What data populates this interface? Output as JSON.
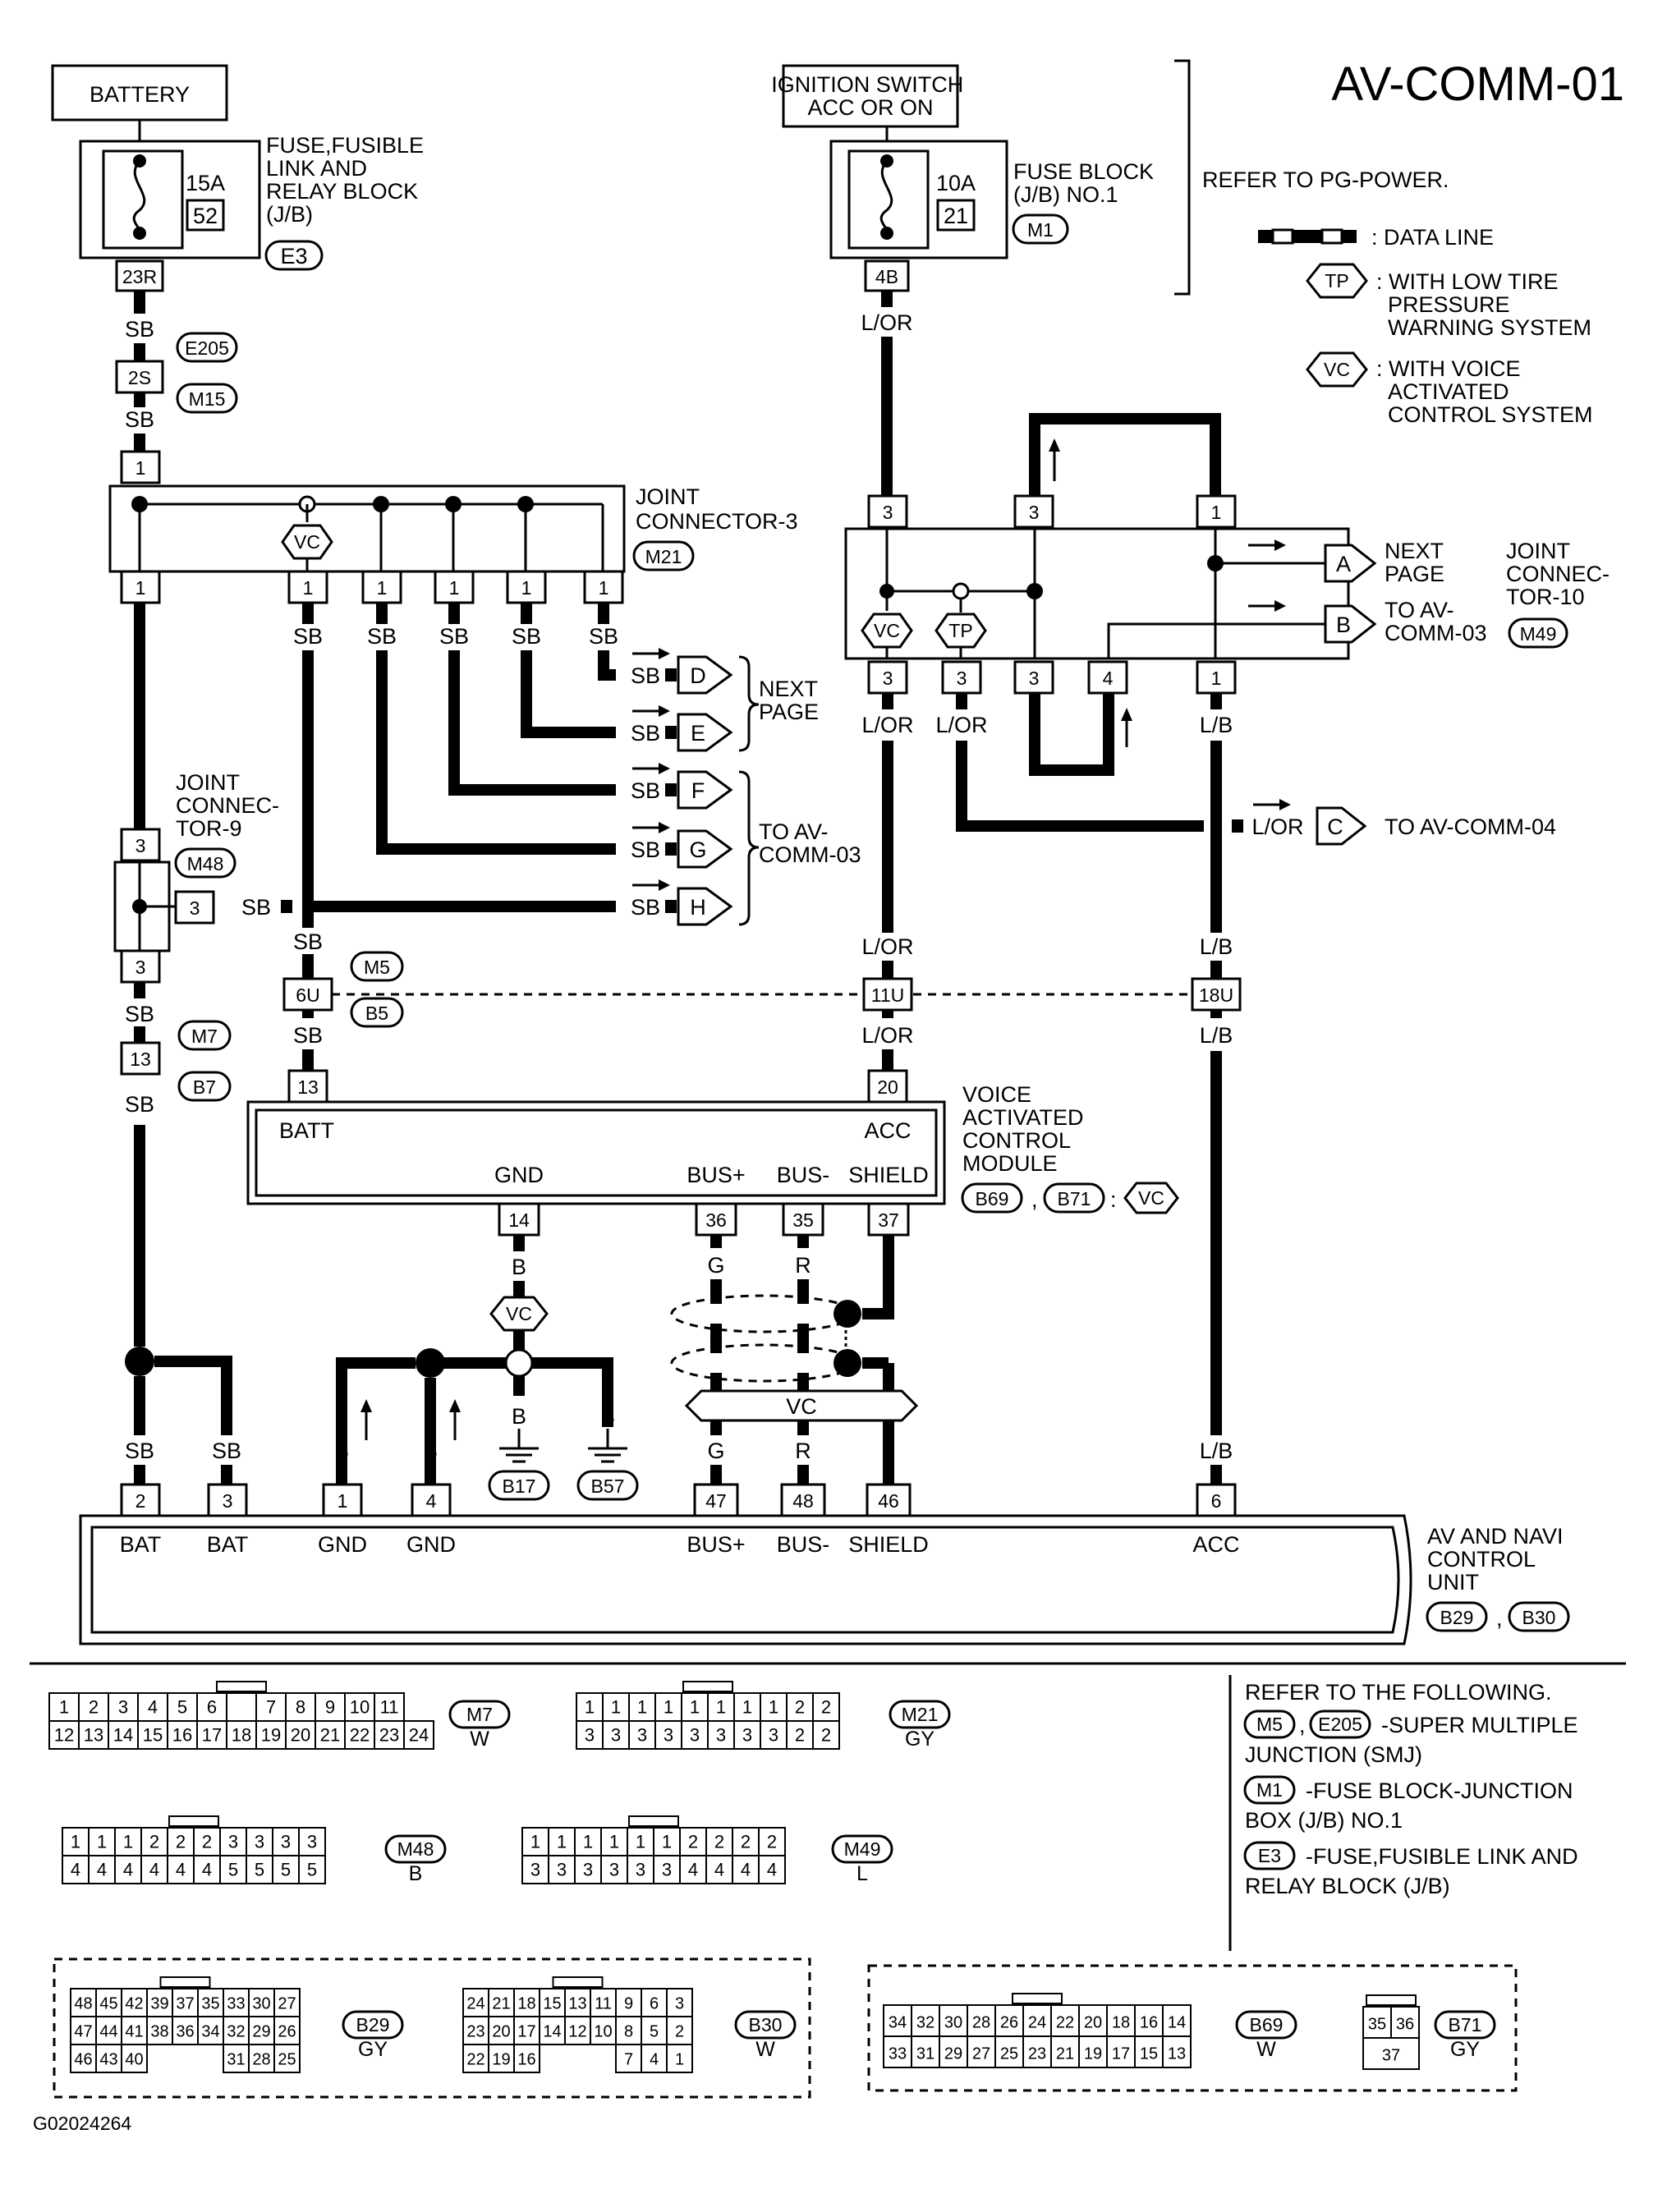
{
  "title": "AV-COMM-01",
  "figure_id": "G02024264",
  "battery": {
    "label": "BATTERY"
  },
  "fuse_fl": {
    "amps": "15A",
    "number": "52",
    "label": [
      "FUSE,FUSIBLE",
      "LINK AND",
      "RELAY BLOCK",
      "(J/B)"
    ],
    "connector": "E3",
    "terminal": "23R"
  },
  "ignition": {
    "label": [
      "IGNITION SWITCH",
      "ACC OR ON"
    ]
  },
  "fuse_blk": {
    "amps": "10A",
    "number": "21",
    "label": [
      "FUSE BLOCK",
      "(J/B) NO.1"
    ],
    "connector": "M1",
    "terminal": "4B"
  },
  "refer_pg": "REFER TO PG-POWER.",
  "legend": {
    "data_line": ": DATA LINE",
    "tp_code": "TP",
    "tp_text": [
      ": WITH LOW TIRE",
      "PRESSURE",
      "WARNING SYSTEM"
    ],
    "vc_code": "VC",
    "vc_text": [
      ": WITH VOICE",
      "ACTIVATED",
      "CONTROL SYSTEM"
    ]
  },
  "wires": {
    "sb": "SB",
    "lor": "L/OR",
    "lb": "L/B",
    "b": "B",
    "g": "G",
    "r": "R"
  },
  "smj_battery": {
    "terminal": "2S",
    "conn_a": "E205",
    "conn_b": "M15"
  },
  "jc3": {
    "label": [
      "JOINT",
      "CONNECTOR-3"
    ],
    "connector": "M21",
    "top_pin": "1",
    "bottom_pins": [
      "1",
      "1",
      "1",
      "1",
      "1",
      "1"
    ],
    "vc": "VC"
  },
  "jc9": {
    "label": [
      "JOINT",
      "CONNEC-",
      "TOR-9"
    ],
    "connector": "M48",
    "pins": [
      "3",
      "3",
      "3"
    ]
  },
  "jc10": {
    "label": [
      "JOINT",
      "CONNEC-",
      "TOR-10"
    ],
    "connector": "M49",
    "top_pins": [
      "3",
      "3",
      "1"
    ],
    "bottom_pins": [
      "3",
      "3",
      "3",
      "4",
      "1"
    ],
    "vc": "VC",
    "tp": "TP"
  },
  "offpage": [
    {
      "letter": "A",
      "wire": "",
      "text": [
        "NEXT",
        "PAGE"
      ]
    },
    {
      "letter": "B",
      "wire": "",
      "text": [
        "TO AV-",
        "COMM-03"
      ]
    },
    {
      "letter": "C",
      "wire": "L/OR",
      "text": [
        "TO AV-COMM-04"
      ]
    },
    {
      "letter": "D",
      "wire": "SB"
    },
    {
      "letter": "E",
      "wire": "SB"
    },
    {
      "letter": "F",
      "wire": "SB"
    },
    {
      "letter": "G",
      "wire": "SB"
    },
    {
      "letter": "H",
      "wire": "SB"
    }
  ],
  "group_next_page": [
    "NEXT",
    "PAGE"
  ],
  "group_to_comm03": [
    "TO AV-",
    "COMM-03"
  ],
  "smj_row": {
    "conn_top": "M5",
    "conn_bottom": "B5",
    "terminals": [
      "6U",
      "11U",
      "18U"
    ]
  },
  "m7_row": {
    "terminal": "13",
    "conn_top": "M7",
    "conn_bottom": "B7"
  },
  "vacm": {
    "label": [
      "VOICE",
      "ACTIVATED",
      "CONTROL",
      "MODULE"
    ],
    "connectors": [
      "B69",
      "B71"
    ],
    "sep": ",",
    "suffix": ":",
    "vc": "VC",
    "top_pins": [
      "13",
      "20"
    ],
    "top_names": [
      "BATT",
      "ACC"
    ],
    "bottom_pins": [
      "14",
      "36",
      "35",
      "37"
    ],
    "bottom_names": [
      "GND",
      "BUS+",
      "BUS-",
      "SHIELD"
    ]
  },
  "grounds": [
    "B17",
    "B57"
  ],
  "vc_shield": "VC",
  "avnavi": {
    "label": [
      "AV AND NAVI",
      "CONTROL",
      "UNIT"
    ],
    "connectors": [
      "B29",
      "B30"
    ],
    "sep": ",",
    "pins": [
      "2",
      "3",
      "1",
      "4",
      "47",
      "48",
      "46",
      "6"
    ],
    "names": [
      "BAT",
      "BAT",
      "GND",
      "GND",
      "BUS+",
      "BUS-",
      "SHIELD",
      "ACC"
    ]
  },
  "refer_following": {
    "title": "REFER TO THE FOLLOWING.",
    "items": [
      {
        "codes": [
          "M5",
          "E205"
        ],
        "sep": ",",
        "text": [
          "-SUPER MULTIPLE",
          "JUNCTION (SMJ)"
        ]
      },
      {
        "codes": [
          "M1"
        ],
        "sep": "",
        "text": [
          "-FUSE BLOCK-JUNCTION",
          "BOX (J/B) NO.1"
        ]
      },
      {
        "codes": [
          "E3"
        ],
        "sep": "",
        "text": [
          "-FUSE,FUSIBLE LINK AND",
          "RELAY BLOCK (J/B)"
        ]
      }
    ]
  },
  "face_views": [
    {
      "id": "M7",
      "color": "W",
      "rows": [
        [
          "1",
          "2",
          "3",
          "4",
          "5",
          "6",
          "",
          "7",
          "8",
          "9",
          "10",
          "11"
        ],
        [
          "12",
          "13",
          "14",
          "15",
          "16",
          "17",
          "18",
          "19",
          "20",
          "21",
          "22",
          "23",
          "24"
        ]
      ]
    },
    {
      "id": "M21",
      "color": "GY",
      "rows": [
        [
          "1",
          "1",
          "1",
          "1",
          "1",
          "1",
          "1",
          "1",
          "2",
          "2"
        ],
        [
          "3",
          "3",
          "3",
          "3",
          "3",
          "3",
          "3",
          "3",
          "2",
          "2"
        ]
      ]
    },
    {
      "id": "M48",
      "color": "B",
      "rows": [
        [
          "1",
          "1",
          "1",
          "2",
          "2",
          "2",
          "3",
          "3",
          "3",
          "3"
        ],
        [
          "4",
          "4",
          "4",
          "4",
          "4",
          "4",
          "5",
          "5",
          "5",
          "5"
        ]
      ]
    },
    {
      "id": "M49",
      "color": "L",
      "rows": [
        [
          "1",
          "1",
          "1",
          "1",
          "1",
          "1",
          "2",
          "2",
          "2",
          "2"
        ],
        [
          "3",
          "3",
          "3",
          "3",
          "3",
          "3",
          "4",
          "4",
          "4",
          "4"
        ]
      ]
    },
    {
      "id": "B29",
      "color": "GY",
      "rows": [
        [
          "48",
          "45",
          "42",
          "39",
          "37",
          "35",
          "33",
          "30",
          "27"
        ],
        [
          "47",
          "44",
          "41",
          "38",
          "36",
          "34",
          "32",
          "29",
          "26"
        ],
        [
          "46",
          "43",
          "40",
          "",
          "",
          "",
          "31",
          "28",
          "25"
        ]
      ]
    },
    {
      "id": "B30",
      "color": "W",
      "rows": [
        [
          "24",
          "21",
          "18",
          "15",
          "13",
          "11",
          "9",
          "6",
          "3"
        ],
        [
          "23",
          "20",
          "17",
          "14",
          "12",
          "10",
          "8",
          "5",
          "2"
        ],
        [
          "22",
          "19",
          "16",
          "",
          "",
          "",
          "7",
          "4",
          "1"
        ]
      ]
    },
    {
      "id": "B69",
      "color": "W",
      "rows": [
        [
          "34",
          "32",
          "30",
          "28",
          "26",
          "24",
          "22",
          "20",
          "18",
          "16",
          "14"
        ],
        [
          "33",
          "31",
          "29",
          "27",
          "25",
          "23",
          "21",
          "19",
          "17",
          "15",
          "13"
        ]
      ]
    },
    {
      "id": "B71",
      "color": "GY",
      "rows": [
        [
          "35",
          "36"
        ],
        [
          "37"
        ]
      ]
    }
  ]
}
